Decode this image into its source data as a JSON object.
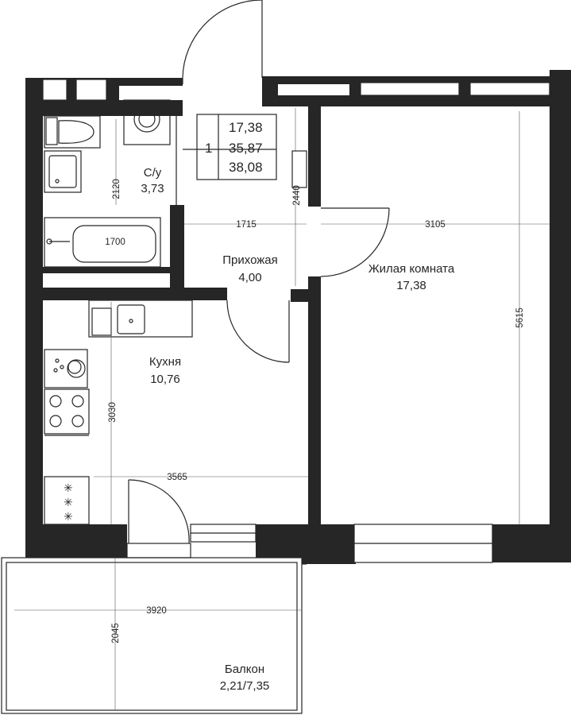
{
  "rooms": {
    "bathroom": {
      "name": "С/у",
      "area": "3,73"
    },
    "hallway": {
      "name": "Прихожая",
      "area": "4,00"
    },
    "living": {
      "name": "Жилая комната",
      "area": "17,38"
    },
    "kitchen": {
      "name": "Кухня",
      "area": "10,76"
    },
    "balcony": {
      "name": "Балкон",
      "area": "2,21/7,35"
    }
  },
  "summary": {
    "rooms_count": "1",
    "living_area": "17,38",
    "total_area": "35,87",
    "total_with_balcony": "38,08"
  },
  "dimensions": {
    "bath_height": "2120",
    "bathtub_width": "1700",
    "hall_width": "1715",
    "hall_height": "2440",
    "living_width": "3105",
    "living_height": "5615",
    "kitchen_height": "3030",
    "kitchen_width": "3565",
    "balcony_width": "3920",
    "balcony_height": "2045"
  }
}
